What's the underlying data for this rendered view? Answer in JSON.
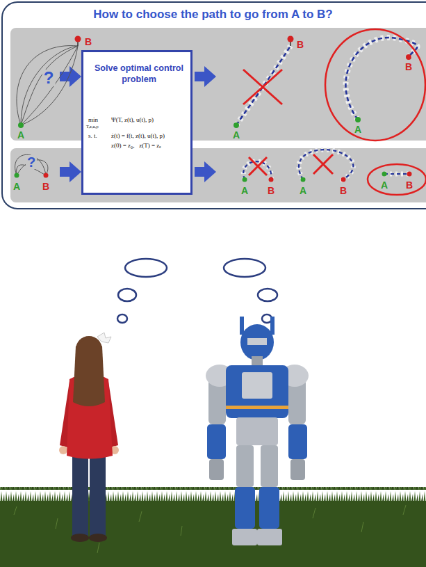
{
  "diagram": {
    "title": "How to choose the path to go from A to B?",
    "nodes": [
      {
        "text": [
          "Solve optimal control problem",
          "min",
          "T,z,u,p",
          "Ψ(T, z(t), u(t), p)",
          "s. t.",
          "ż(t) = f(t, z(t), u(t), p)",
          "z(0) = z₀,   z(T) = zₑ"
        ]
      }
    ],
    "labels": [
      "B",
      "?",
      "A",
      "B",
      "A",
      "B",
      "A",
      "A",
      "?",
      "B",
      "A",
      "B",
      "A",
      "B",
      "A",
      "B"
    ]
  }
}
